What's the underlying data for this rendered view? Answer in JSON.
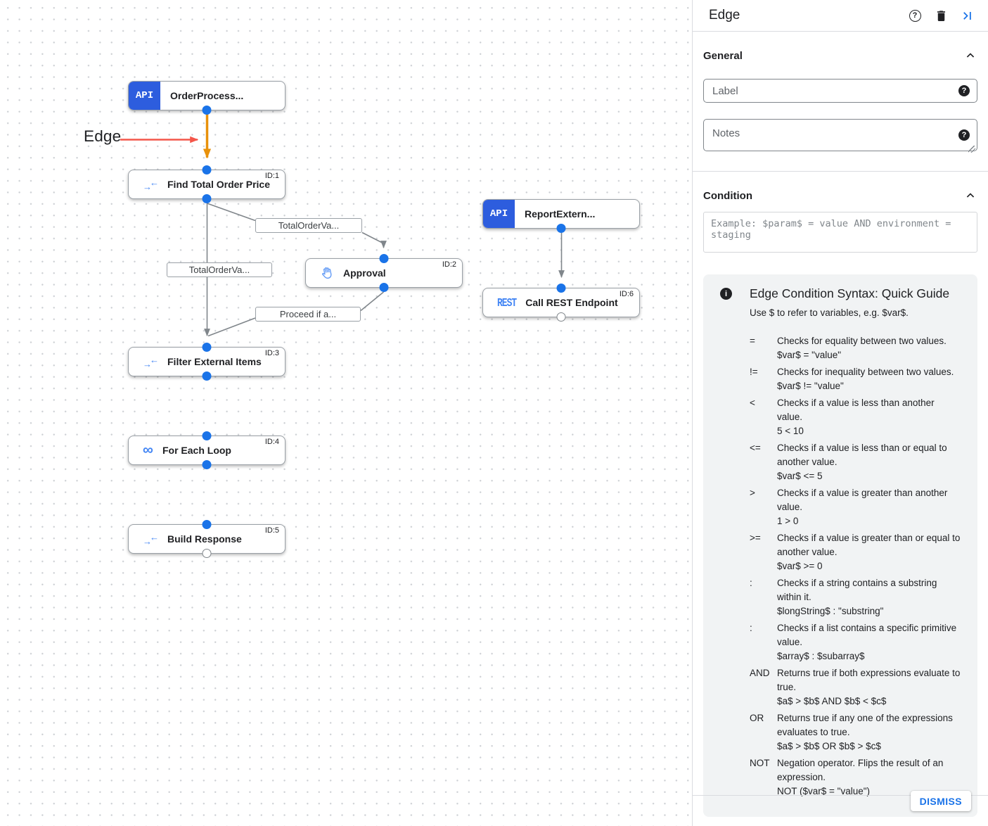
{
  "canvas": {
    "annotation": {
      "label": "Edge"
    },
    "nodes": [
      {
        "key": "order-process",
        "label": "OrderProcess...",
        "icon": "api-badge",
        "badge": "API",
        "id_label": ""
      },
      {
        "key": "find-total-order-price",
        "label": "Find Total Order Price",
        "icon": "data-mapping",
        "badge": "",
        "id_label": "ID:1"
      },
      {
        "key": "approval",
        "label": "Approval",
        "icon": "hand",
        "badge": "",
        "id_label": "ID:2"
      },
      {
        "key": "filter-external-items",
        "label": "Filter External Items",
        "icon": "data-mapping",
        "badge": "",
        "id_label": "ID:3"
      },
      {
        "key": "for-each-loop",
        "label": "For Each Loop",
        "icon": "loop",
        "badge": "",
        "id_label": "ID:4"
      },
      {
        "key": "build-response",
        "label": "Build Response",
        "icon": "data-mapping",
        "badge": "",
        "id_label": "ID:5"
      },
      {
        "key": "report-extern",
        "label": "ReportExtern...",
        "icon": "api-badge",
        "badge": "API",
        "id_label": ""
      },
      {
        "key": "call-rest-endpoint",
        "label": "Call REST Endpoint",
        "icon": "rest-badge",
        "badge": "REST",
        "id_label": "ID:6"
      }
    ],
    "edge_labels": [
      {
        "key": "total-order-value-right",
        "text": "TotalOrderVa..."
      },
      {
        "key": "total-order-value-left",
        "text": "TotalOrderVa..."
      },
      {
        "key": "proceed-if-approved",
        "text": "Proceed if a..."
      }
    ]
  },
  "panel": {
    "title": "Edge",
    "general": {
      "heading": "General",
      "label_placeholder": "Label",
      "notes_placeholder": "Notes"
    },
    "condition": {
      "heading": "Condition",
      "placeholder": "Example: $param$ = value AND environment = staging"
    },
    "guide": {
      "title": "Edge Condition Syntax: Quick Guide",
      "intro": "Use $ to refer to variables, e.g. $var$.",
      "items": [
        {
          "op": "=",
          "desc": "Checks for equality between two values.",
          "example": "$var$ = \"value\""
        },
        {
          "op": "!=",
          "desc": "Checks for inequality between two values.",
          "example": "$var$ != \"value\""
        },
        {
          "op": "<",
          "desc": "Checks if a value is less than another value.",
          "example": "5 < 10"
        },
        {
          "op": "<=",
          "desc": "Checks if a value is less than or equal to another value.",
          "example": "$var$ <= 5"
        },
        {
          "op": ">",
          "desc": "Checks if a value is greater than another value.",
          "example": "1 > 0"
        },
        {
          "op": ">=",
          "desc": "Checks if a value is greater than or equal to another value.",
          "example": "$var$ >= 0"
        },
        {
          "op": ":",
          "desc": "Checks if a string contains a substring within it.",
          "example": "$longString$ : \"substring\""
        },
        {
          "op": ":",
          "desc": "Checks if a list contains a specific primitive value.",
          "example": "$array$ : $subarray$"
        },
        {
          "op": "AND",
          "desc": "Returns true if both expressions evaluate to true.",
          "example": "$a$ > $b$ AND $b$ < $c$"
        },
        {
          "op": "OR",
          "desc": "Returns true if any one of the expressions evaluates to true.",
          "example": "$a$ > $b$ OR $b$ > $c$"
        },
        {
          "op": "NOT",
          "desc": "Negation operator. Flips the result of an expression.",
          "example": "NOT ($var$ = \"value\")"
        }
      ]
    },
    "dismiss_label": "DISMISS"
  },
  "colors": {
    "accent_blue": "#1a73e8",
    "selected_edge_orange": "#e8910b",
    "annotation_red": "#f4564a",
    "api_badge_blue": "#2d5dde"
  }
}
